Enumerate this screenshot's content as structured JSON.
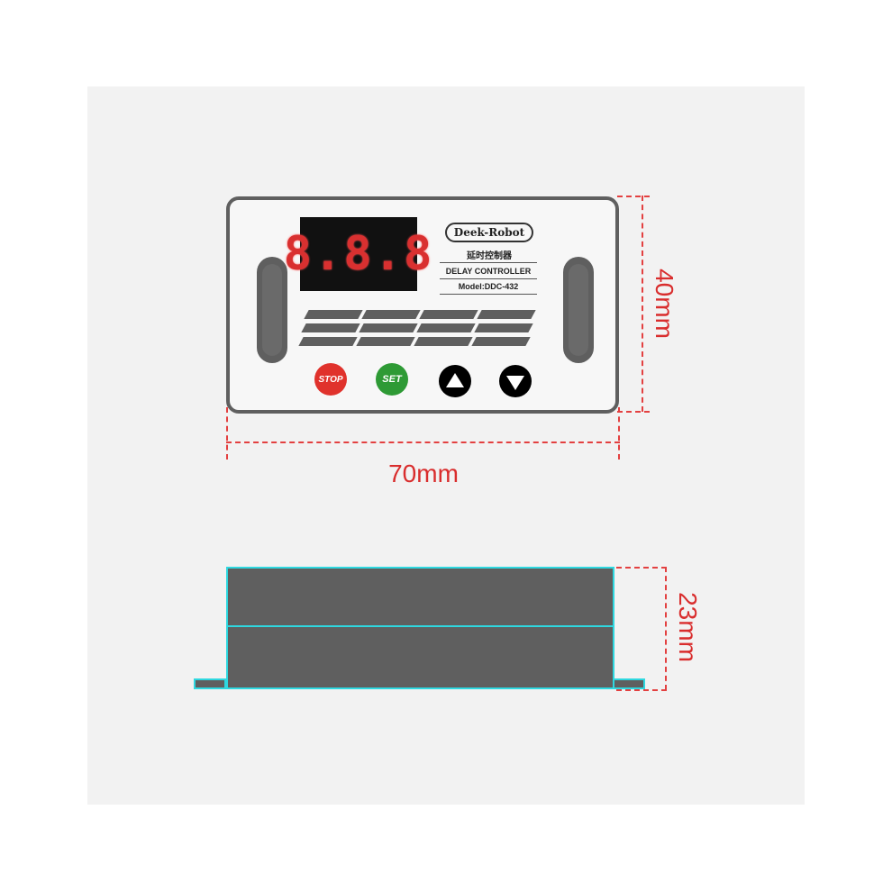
{
  "device": {
    "display_text": "8.8.8",
    "brand": "Deek-Robot",
    "chinese_label": "延时控制器",
    "product_label": "DELAY CONTROLLER",
    "model_label": "Model:DDC-432",
    "buttons": {
      "stop": "STOP",
      "set": "SET"
    }
  },
  "dimensions": {
    "height": "40mm",
    "width": "70mm",
    "depth": "23mm"
  },
  "colors": {
    "dimension_red": "#d92d2d",
    "outline_cyan": "#2ed8e0",
    "body_gray": "#5f5f5f",
    "stop_red": "#e0322c",
    "set_green": "#2e9a35"
  },
  "icons": [
    "arrow-up-icon",
    "arrow-down-icon"
  ]
}
